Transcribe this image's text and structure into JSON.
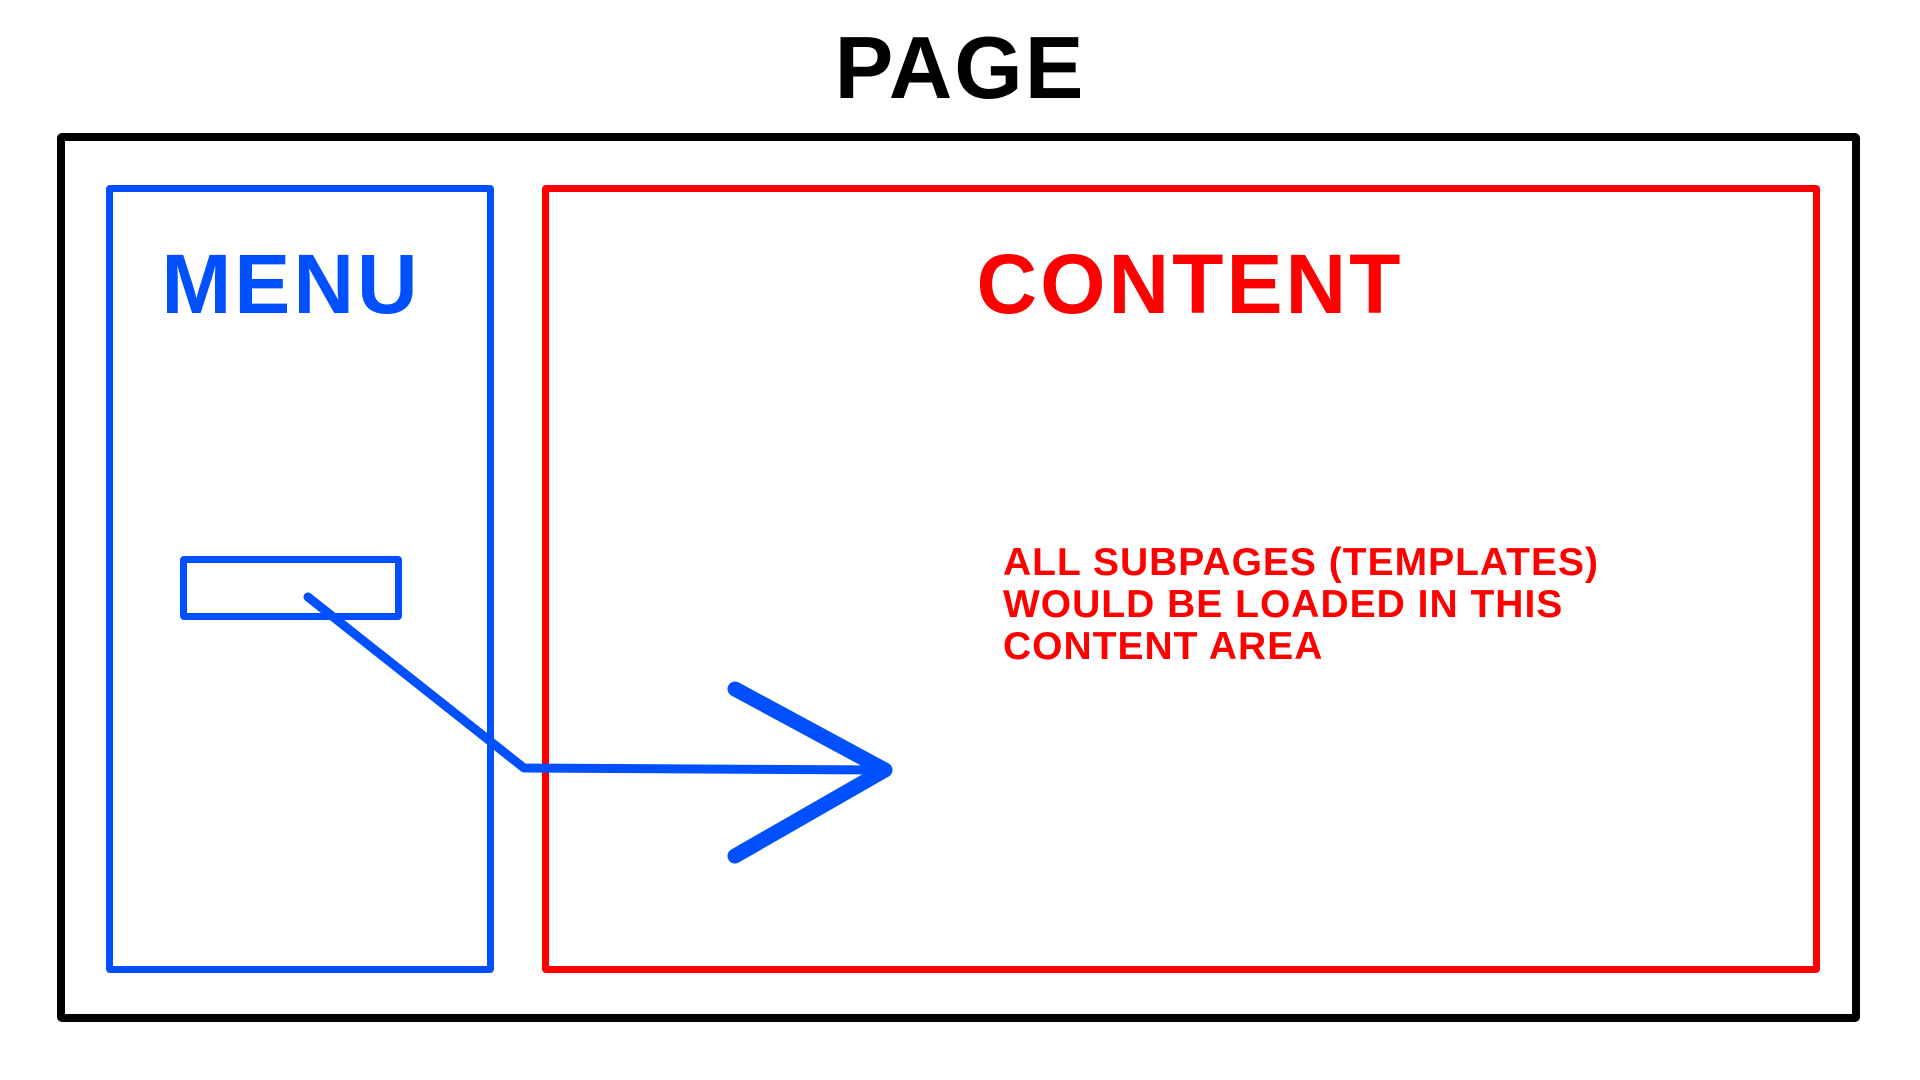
{
  "page": {
    "title": "PAGE",
    "frame_color": "#000000"
  },
  "menu": {
    "title": "MENU",
    "color": "#0050ff"
  },
  "content": {
    "title": "CONTENT",
    "color": "#ff0000",
    "note": "ALL SUBPAGES (TEMPLATES)\nWOULD BE LOADED IN THIS\nCONTENT AREA"
  },
  "connector": {
    "from": "menu-item",
    "to": "content-area",
    "color": "#0050ff"
  }
}
